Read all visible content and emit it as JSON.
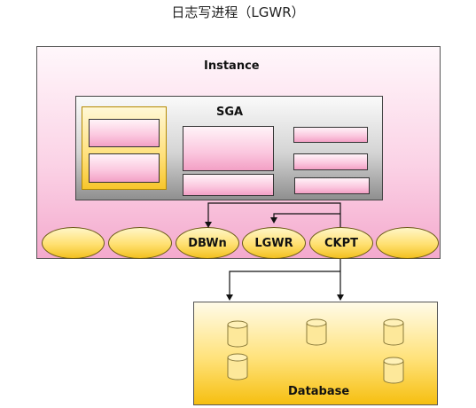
{
  "title": "日志写进程（LGWR）",
  "instance": {
    "label": "Instance"
  },
  "sga": {
    "label": "SGA"
  },
  "processes": [
    "",
    "",
    "DBWn",
    "LGWR",
    "CKPT",
    ""
  ],
  "database": {
    "label": "Database"
  },
  "icons": {
    "datafile": "cylinder-icon",
    "arrow": "arrowhead-icon"
  },
  "colors": {
    "pink": "#f4a9cd",
    "yellow": "#f7c62b",
    "gray": "#8f8f8f",
    "line": "#111111"
  }
}
